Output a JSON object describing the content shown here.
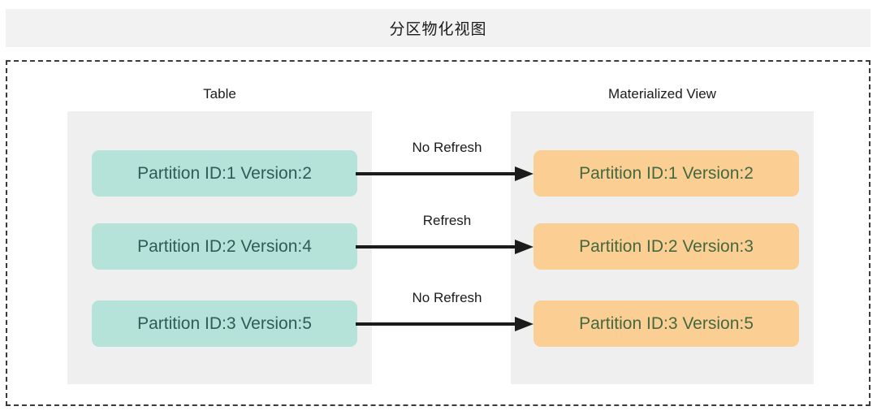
{
  "header": {
    "title": "分区物化视图"
  },
  "diagram": {
    "columns": [
      {
        "heading": "Table"
      },
      {
        "heading": "Materialized View"
      }
    ],
    "rows": [
      {
        "table_chip": "Partition ID:1 Version:2",
        "arrow_label": "No Refresh",
        "mv_chip": "Partition ID:1 Version:2"
      },
      {
        "table_chip": "Partition ID:2 Version:4",
        "arrow_label": "Refresh",
        "mv_chip": "Partition ID:2 Version:3"
      },
      {
        "table_chip": "Partition ID:3 Version:5",
        "arrow_label": "No Refresh",
        "mv_chip": "Partition ID:3 Version:5"
      }
    ]
  },
  "colors": {
    "header_bar": "#f2f2f2",
    "panel": "#efefef",
    "table_chip": "#b5e3da",
    "table_chip_text": "#2e5d55",
    "mv_chip": "#fbcf93",
    "mv_chip_text": "#44683f",
    "arrow": "#1b1b1b",
    "dashed_border": "#3a3a3a"
  }
}
